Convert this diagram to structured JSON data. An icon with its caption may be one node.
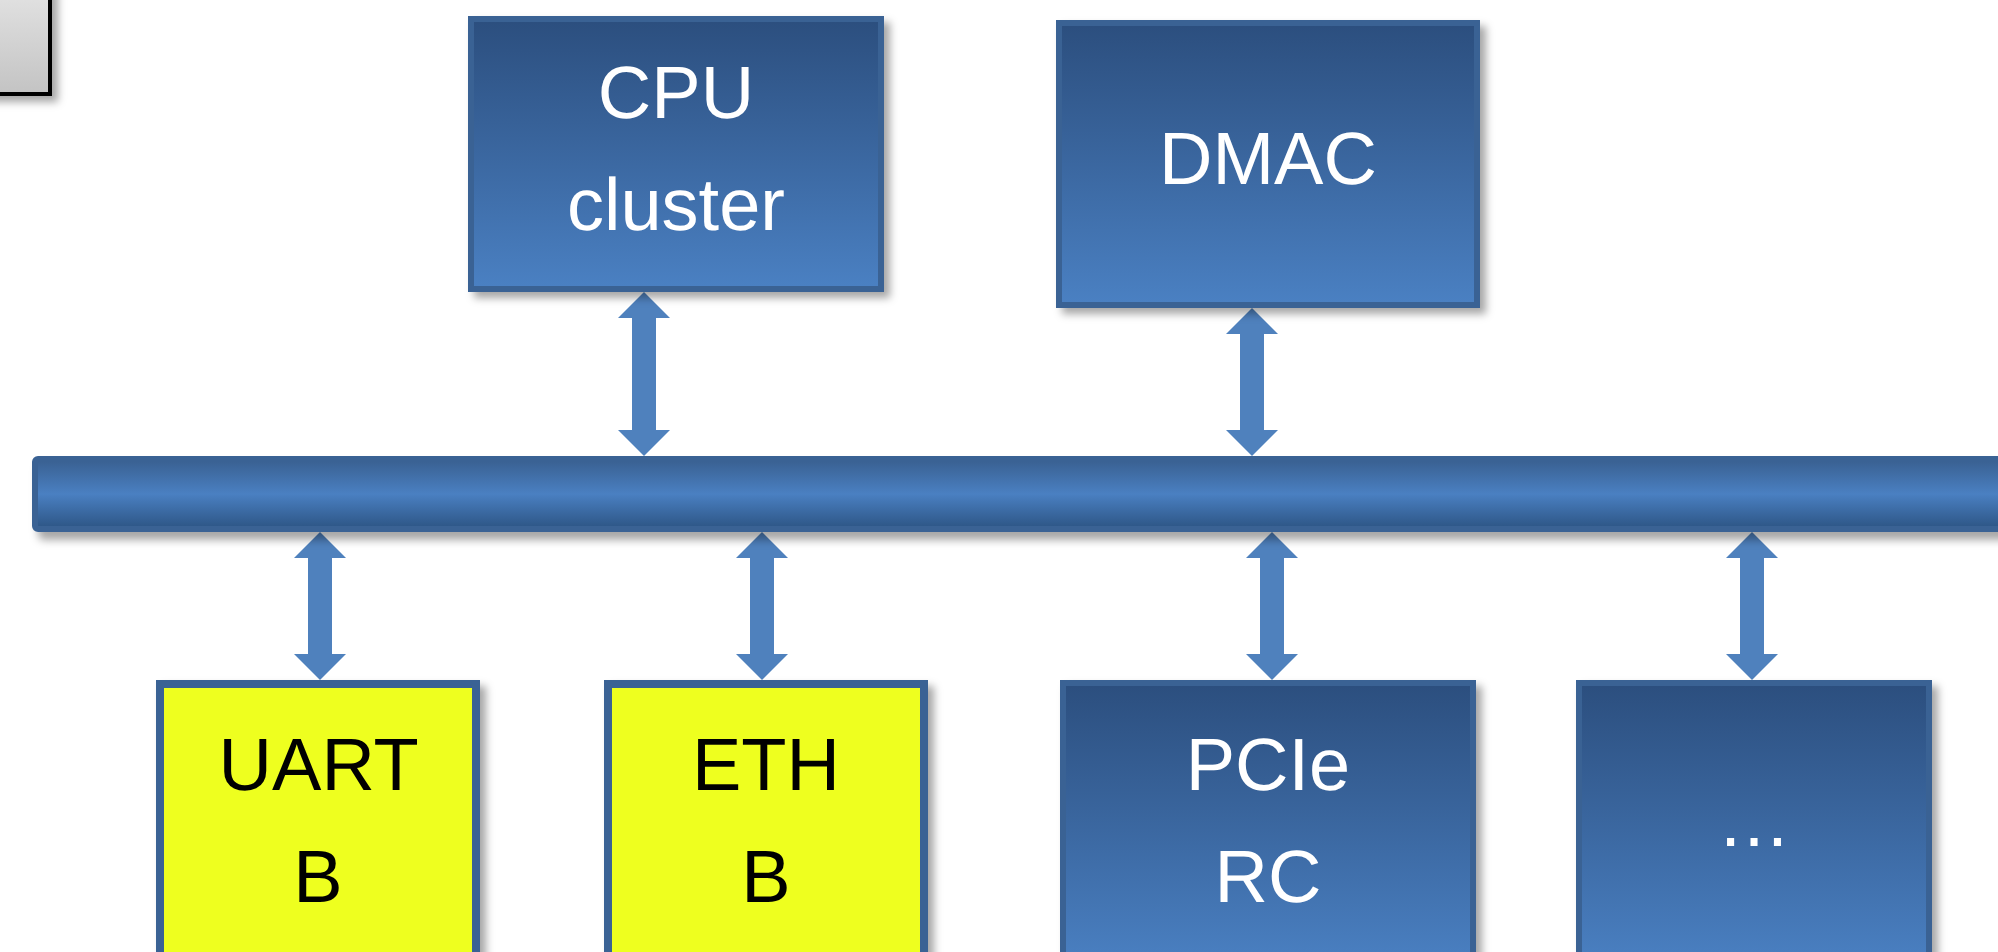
{
  "diagram": {
    "nodes": [
      {
        "text": [],
        "shape": "box"
      },
      {
        "text": [
          "CPU cluster"
        ]
      },
      {
        "text": [
          "DMAC"
        ]
      },
      {
        "text": [],
        "shape": "bar"
      },
      {
        "text": [
          "UART B"
        ]
      },
      {
        "text": [
          "ETH B"
        ]
      },
      {
        "text": [
          "PCIe RC"
        ]
      },
      {
        "text": [
          "…"
        ]
      }
    ],
    "edges": [
      {
        "from": 1,
        "to": 3,
        "arrow": "both"
      },
      {
        "from": 2,
        "to": 3,
        "arrow": "both"
      },
      {
        "from": 4,
        "to": 3,
        "arrow": "both"
      },
      {
        "from": 5,
        "to": 3,
        "arrow": "both"
      },
      {
        "from": 6,
        "to": 3,
        "arrow": "both"
      },
      {
        "from": 7,
        "to": 3,
        "arrow": "both"
      }
    ]
  }
}
